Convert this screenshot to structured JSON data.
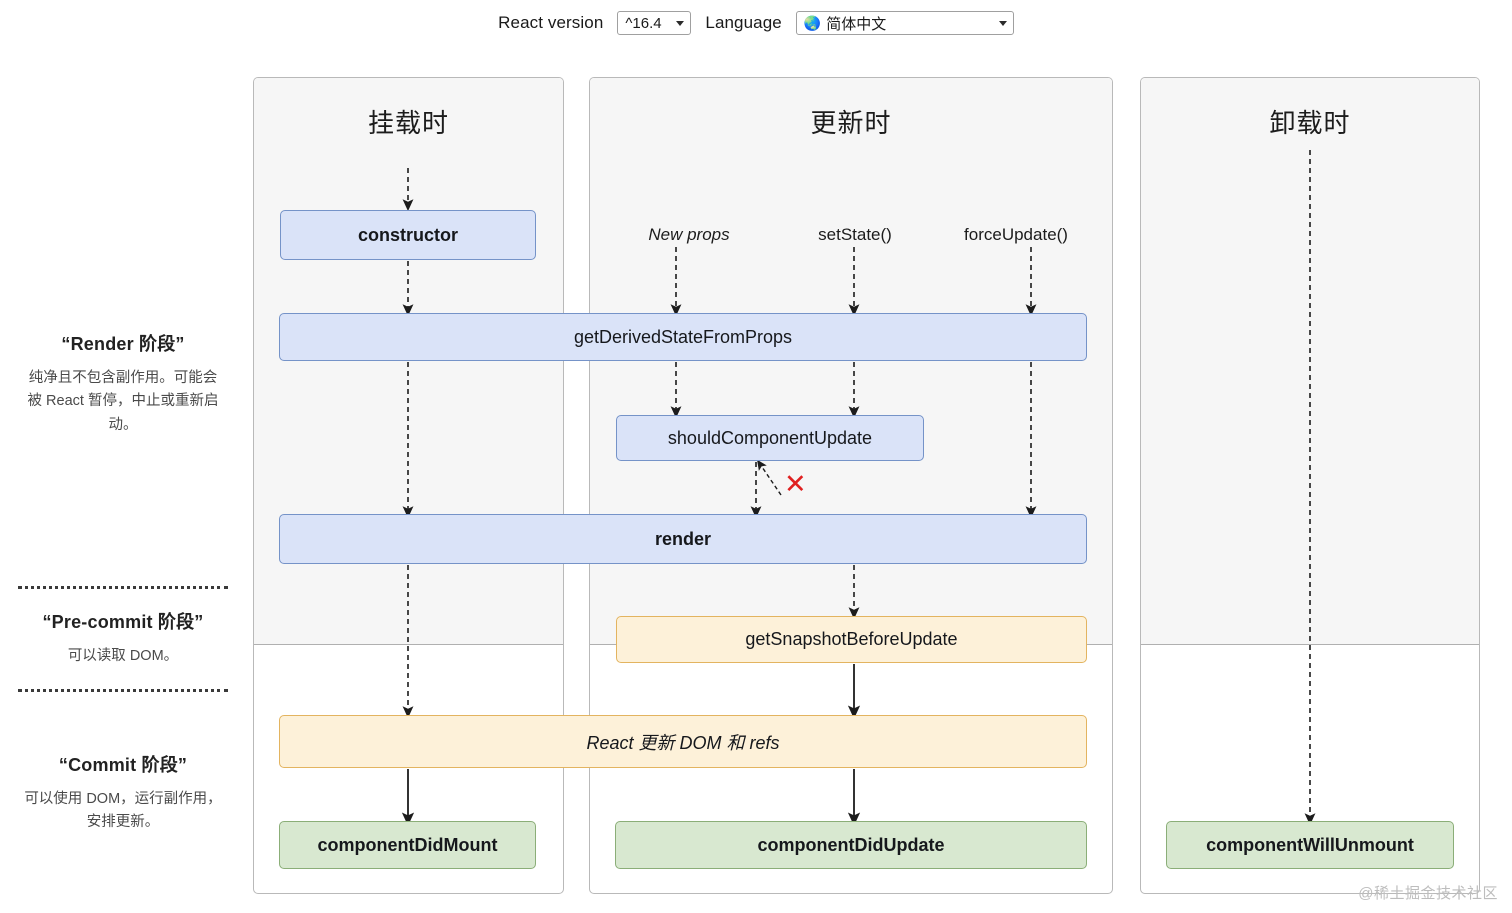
{
  "controls": {
    "react_version_label": "React version",
    "react_version_value": "^16.4",
    "language_label": "Language",
    "language_value": "简体中文",
    "language_icon": "globe-icon"
  },
  "legend": [
    {
      "title": "“Render 阶段”",
      "desc": "纯净且不包含副作用。可能会被 React 暂停，中止或重新启动。"
    },
    {
      "title": "“Pre-commit 阶段”",
      "desc": "可以读取 DOM。"
    },
    {
      "title": "“Commit 阶段”",
      "desc": "可以使用 DOM，运行副作用，安排更新。"
    }
  ],
  "panels": [
    {
      "title": "挂载时"
    },
    {
      "title": "更新时"
    },
    {
      "title": "卸载时"
    }
  ],
  "triggers": [
    {
      "label": "New props"
    },
    {
      "label": "setState()"
    },
    {
      "label": "forceUpdate()"
    }
  ],
  "nodes": {
    "constructor": "constructor",
    "get_derived_state_from_props": "getDerivedStateFromProps",
    "should_component_update": "shouldComponentUpdate",
    "render": "render",
    "get_snapshot_before_update": "getSnapshotBeforeUpdate",
    "react_updates_dom": "React 更新 DOM 和 refs",
    "component_did_mount": "componentDidMount",
    "component_did_update": "componentDidUpdate",
    "component_will_unmount": "componentWillUnmount"
  },
  "annotations": {
    "skip_update_mark": "✕"
  },
  "watermark": "@稀土掘金技术社区",
  "colors": {
    "blue_fill": "#dae3f8",
    "blue_border": "#7593c8",
    "orange_fill": "#fdf1d9",
    "orange_border": "#e3b460",
    "green_fill": "#d8e8d0",
    "green_border": "#8bae78",
    "panel_grey": "#f6f6f6",
    "panel_border": "#b9b9b9",
    "x_mark": "#e02020"
  }
}
